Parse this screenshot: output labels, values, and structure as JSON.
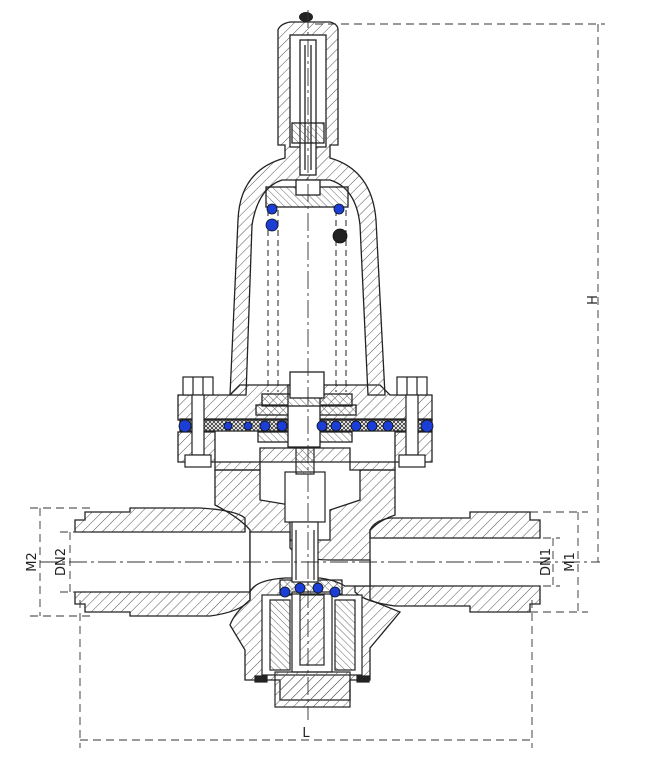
{
  "drawing": {
    "title": "",
    "dimension_labels": {
      "height": "H",
      "length": "L",
      "outlet_nominal_diameter": "DN1",
      "outlet_outer_diameter": "M1",
      "inlet_nominal_diameter": "DN2",
      "inlet_outer_diameter": "M2"
    },
    "colors": {
      "line": "#222222",
      "hatch": "#555555",
      "seal": "#1b3fd6",
      "background": "#ffffff"
    }
  }
}
